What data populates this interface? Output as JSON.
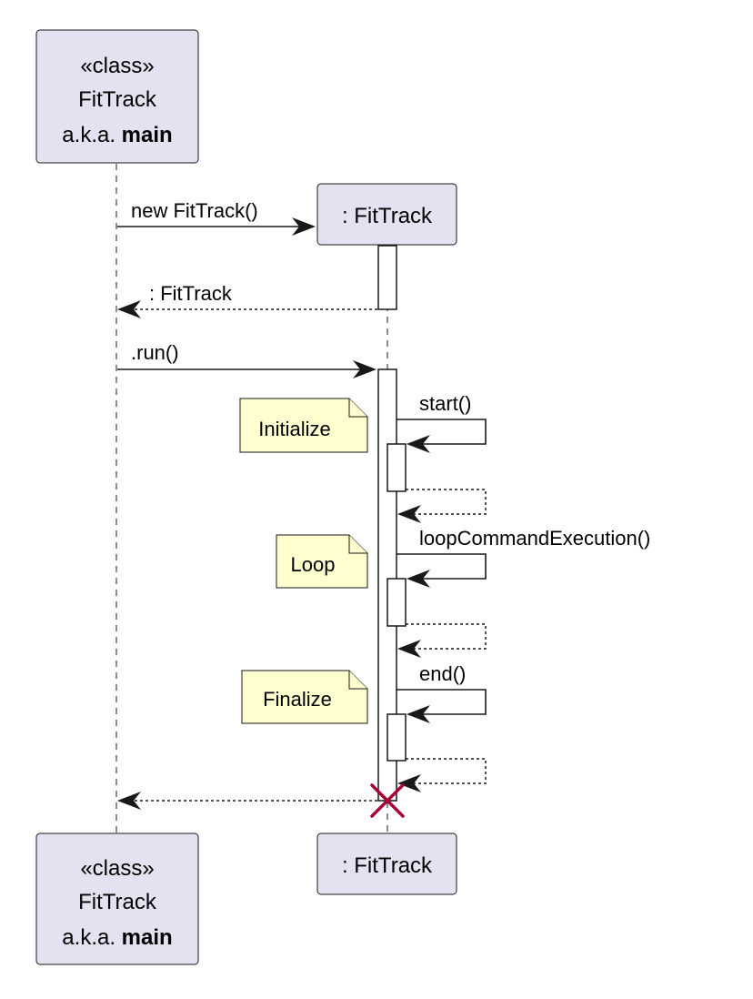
{
  "participants": {
    "main": {
      "stereotype": "«class»",
      "name": "FitTrack",
      "alias_prefix": "a.k.a. ",
      "alias": "main"
    },
    "instance": {
      "name": ": FitTrack"
    }
  },
  "messages": {
    "create": "new FitTrack()",
    "create_return": ": FitTrack",
    "run": ".run()",
    "start": "start()",
    "loop": "loopCommandExecution()",
    "end": "end()"
  },
  "notes": {
    "initialize": "Initialize",
    "loop": "Loop",
    "finalize": "Finalize"
  },
  "colors": {
    "participant_fill": "#e2e2f0",
    "note_fill": "#fefece",
    "line": "#181818",
    "destroy_mark": "#a80036"
  }
}
